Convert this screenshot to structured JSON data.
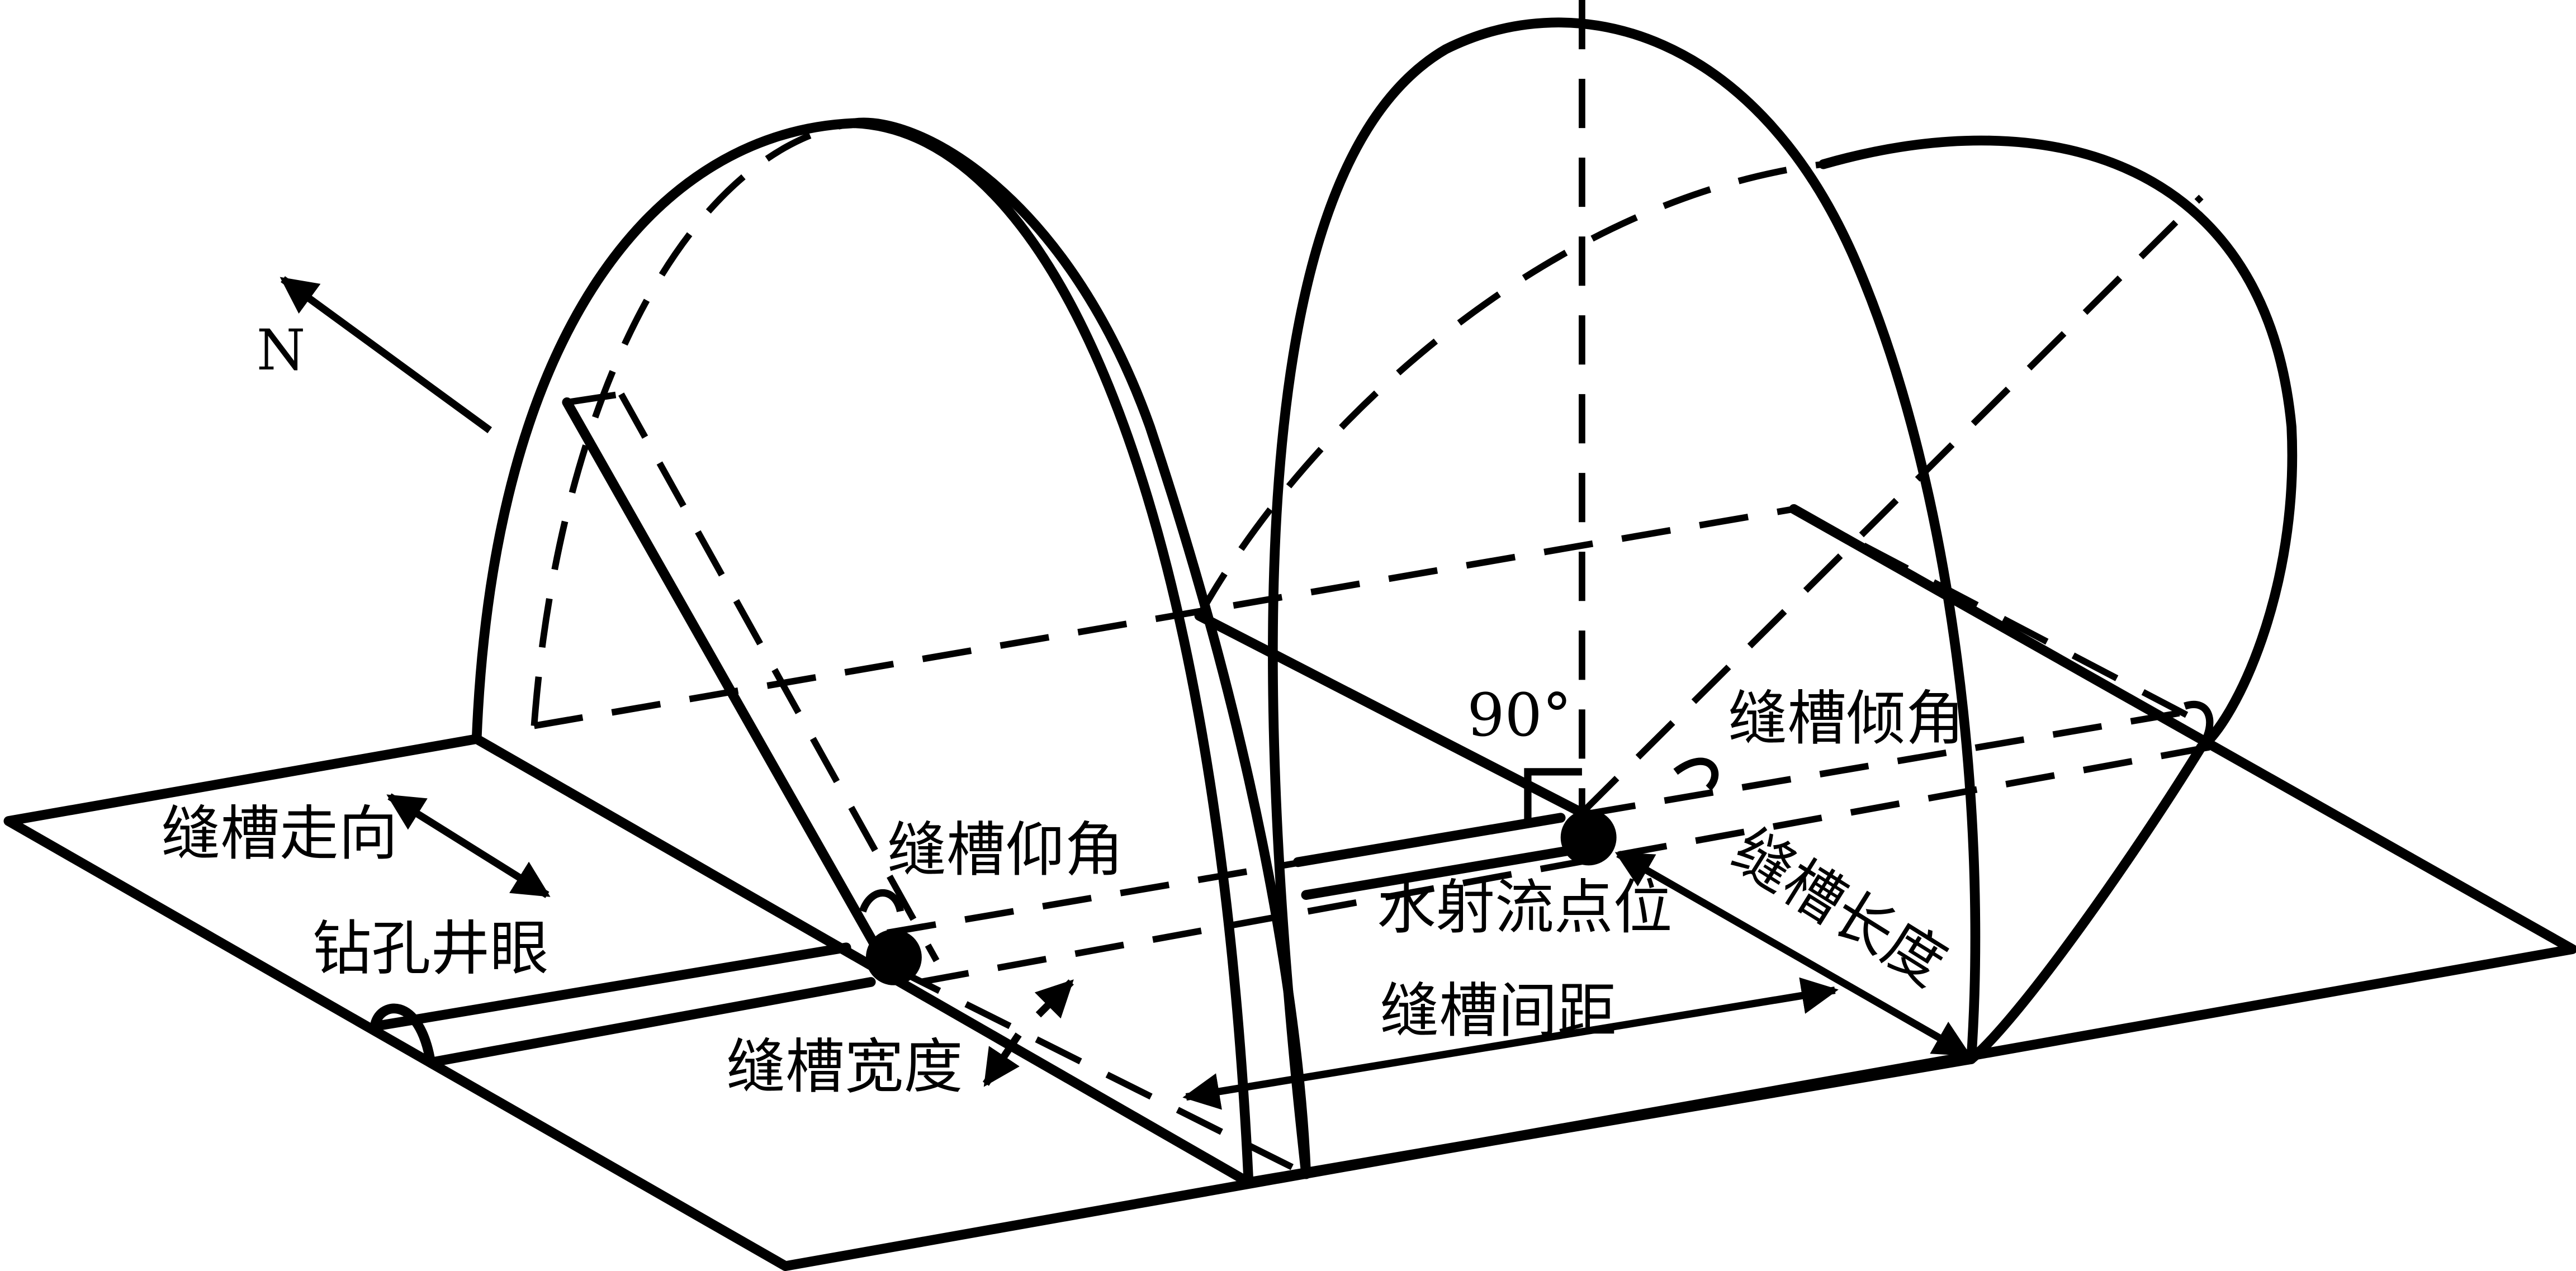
{
  "labels": {
    "north": "N",
    "slot_strike": "缝槽走向",
    "borehole": "钻孔井眼",
    "slot_width": "缝槽宽度",
    "slot_elevation": "缝槽仰角",
    "right_angle": "90°",
    "slot_dip": "缝槽倾角",
    "jet_point": "水射流点位",
    "slot_length": "缝槽长度",
    "slot_spacing": "缝槽间距"
  }
}
